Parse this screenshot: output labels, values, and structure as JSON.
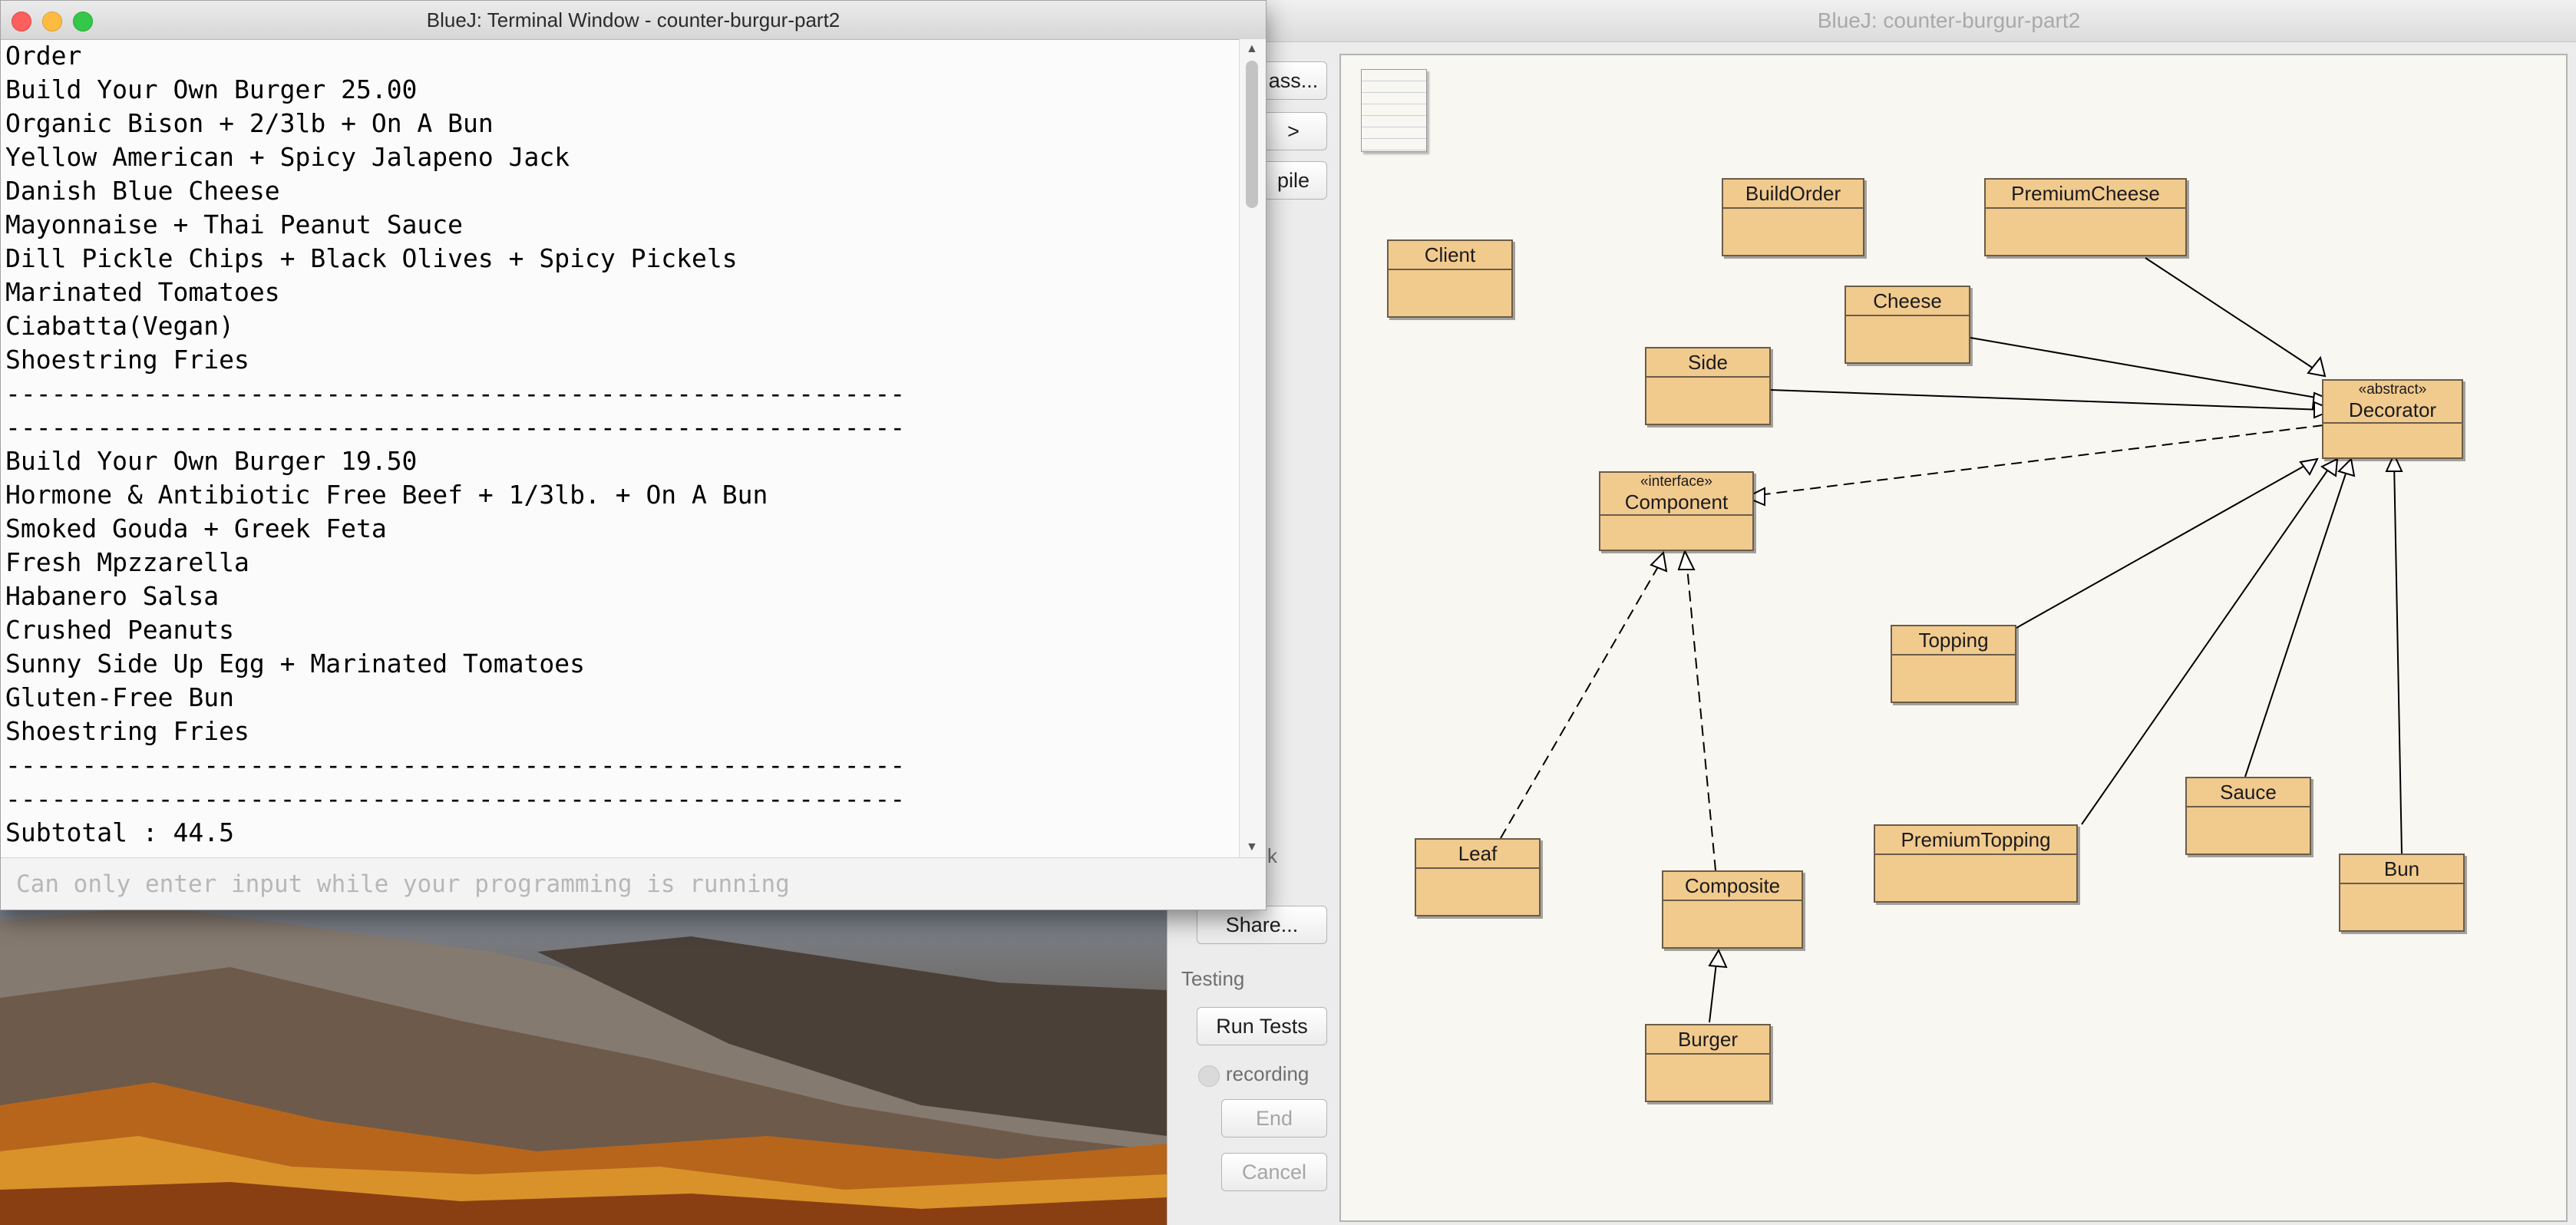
{
  "terminal": {
    "title": "BlueJ: Terminal Window - counter-burgur-part2",
    "lines": [
      "Order",
      "Build Your Own Burger 25.00",
      "Organic Bison + 2/3lb + On A Bun",
      "Yellow American + Spicy Jalapeno Jack",
      "Danish Blue Cheese",
      "Mayonnaise + Thai Peanut Sauce",
      "Dill Pickle Chips + Black Olives + Spicy Pickels",
      "Marinated Tomatoes",
      "Ciabatta(Vegan)",
      "Shoestring Fries",
      "-----------------------------------------------------------",
      "-----------------------------------------------------------",
      "Build Your Own Burger 19.50",
      "Hormone & Antibiotic Free Beef + 1/3lb. + On A Bun",
      "Smoked Gouda + Greek Feta",
      "Fresh Mpzzarella",
      "Habanero Salsa",
      "Crushed Peanuts",
      "Sunny Side Up Egg + Marinated Tomatoes",
      "Gluten-Free Bun",
      "Shoestring Fries",
      "-----------------------------------------------------------",
      "-----------------------------------------------------------",
      "Subtotal : 44.5"
    ],
    "input_placeholder": "Can only enter input while your programming is running"
  },
  "main_window": {
    "title": "BlueJ:  counter-burgur-part2",
    "sidebar": {
      "new_class_partial": "ass...",
      "arrow_partial": ">",
      "compile_partial": "pile",
      "team_partial": "k",
      "share_partial": "Share...",
      "testing_label": "Testing",
      "run_tests": "Run Tests",
      "recording": "recording",
      "end": "End",
      "cancel": "Cancel"
    },
    "diagram": {
      "classes": {
        "buildorder": "BuildOrder",
        "premiumcheese": "PremiumCheese",
        "client": "Client",
        "cheese": "Cheese",
        "side": "Side",
        "decorator_stereotype": "«abstract»",
        "decorator": "Decorator",
        "component_stereotype": "«interface»",
        "component": "Component",
        "topping": "Topping",
        "sauce": "Sauce",
        "premiumtopping": "PremiumTopping",
        "leaf": "Leaf",
        "composite": "Composite",
        "bun": "Bun",
        "burger": "Burger"
      }
    }
  },
  "colors": {
    "class_fill": "#f1ca8e",
    "class_border": "#6b5c48",
    "canvas_bg": "#f9f7f2"
  }
}
